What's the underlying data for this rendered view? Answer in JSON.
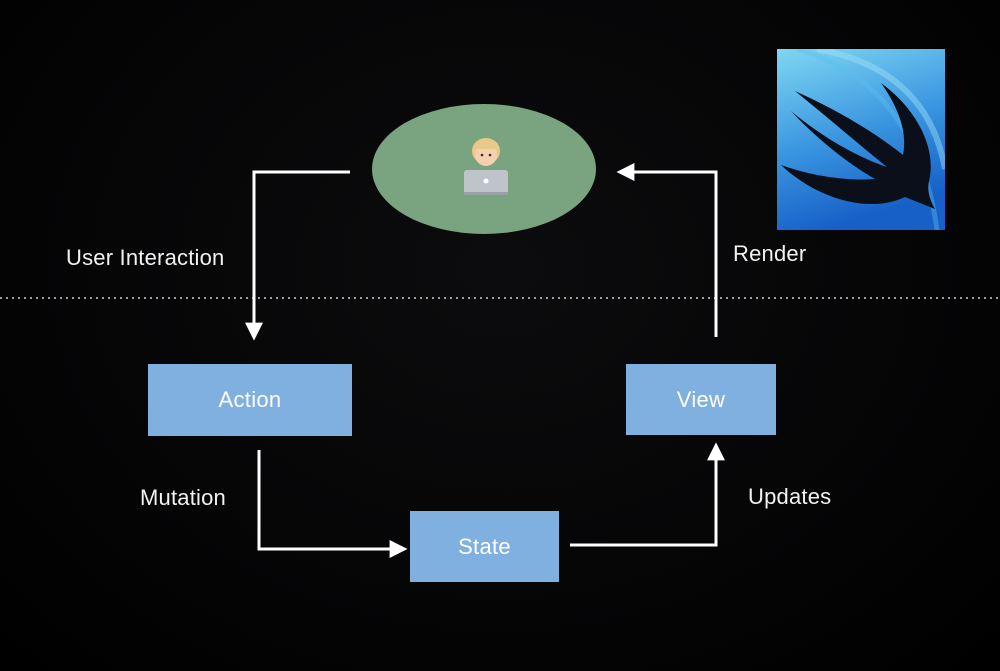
{
  "diagram": {
    "nodes": {
      "action": "Action",
      "view": "View",
      "state": "State"
    },
    "edges": {
      "user_interaction": "User Interaction",
      "render": "Render",
      "mutation": "Mutation",
      "updates": "Updates"
    },
    "user_node_icon": "person-with-laptop-icon"
  },
  "logo": {
    "icon": "swift-bird-icon"
  },
  "colors": {
    "background": "#000000",
    "box_fill": "#7fb0e0",
    "ellipse_fill": "#7aa37f",
    "line": "#ffffff",
    "logo_gradient_top": "#7fd7f2",
    "logo_gradient_bottom": "#1660c8"
  }
}
